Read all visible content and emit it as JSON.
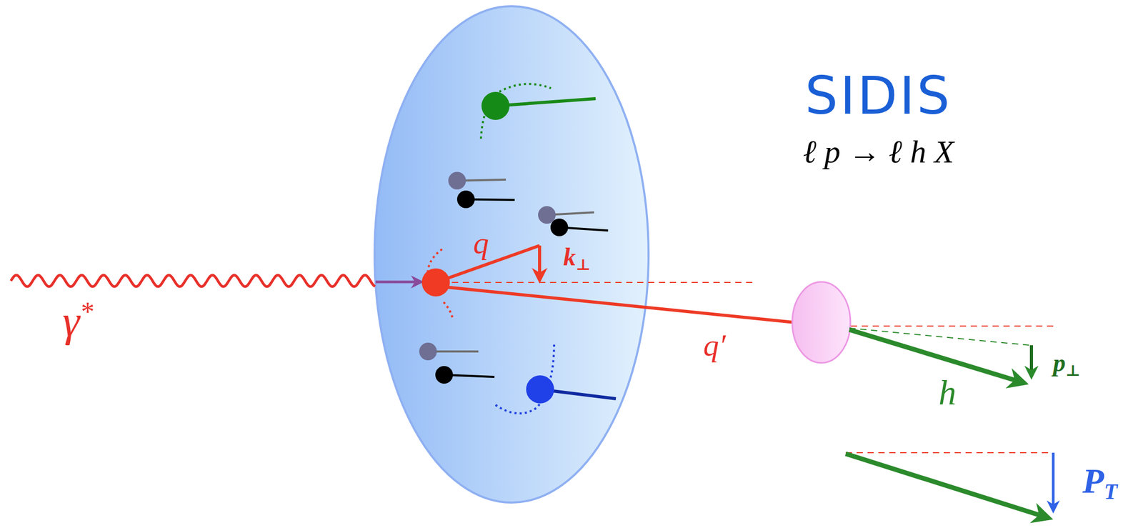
{
  "diagram": {
    "title": "SIDIS",
    "labels": [
      "ℓ p → ℓ h X",
      "γ*",
      "q",
      "k⊥",
      "q′",
      "h",
      "p⊥",
      "PT"
    ]
  }
}
